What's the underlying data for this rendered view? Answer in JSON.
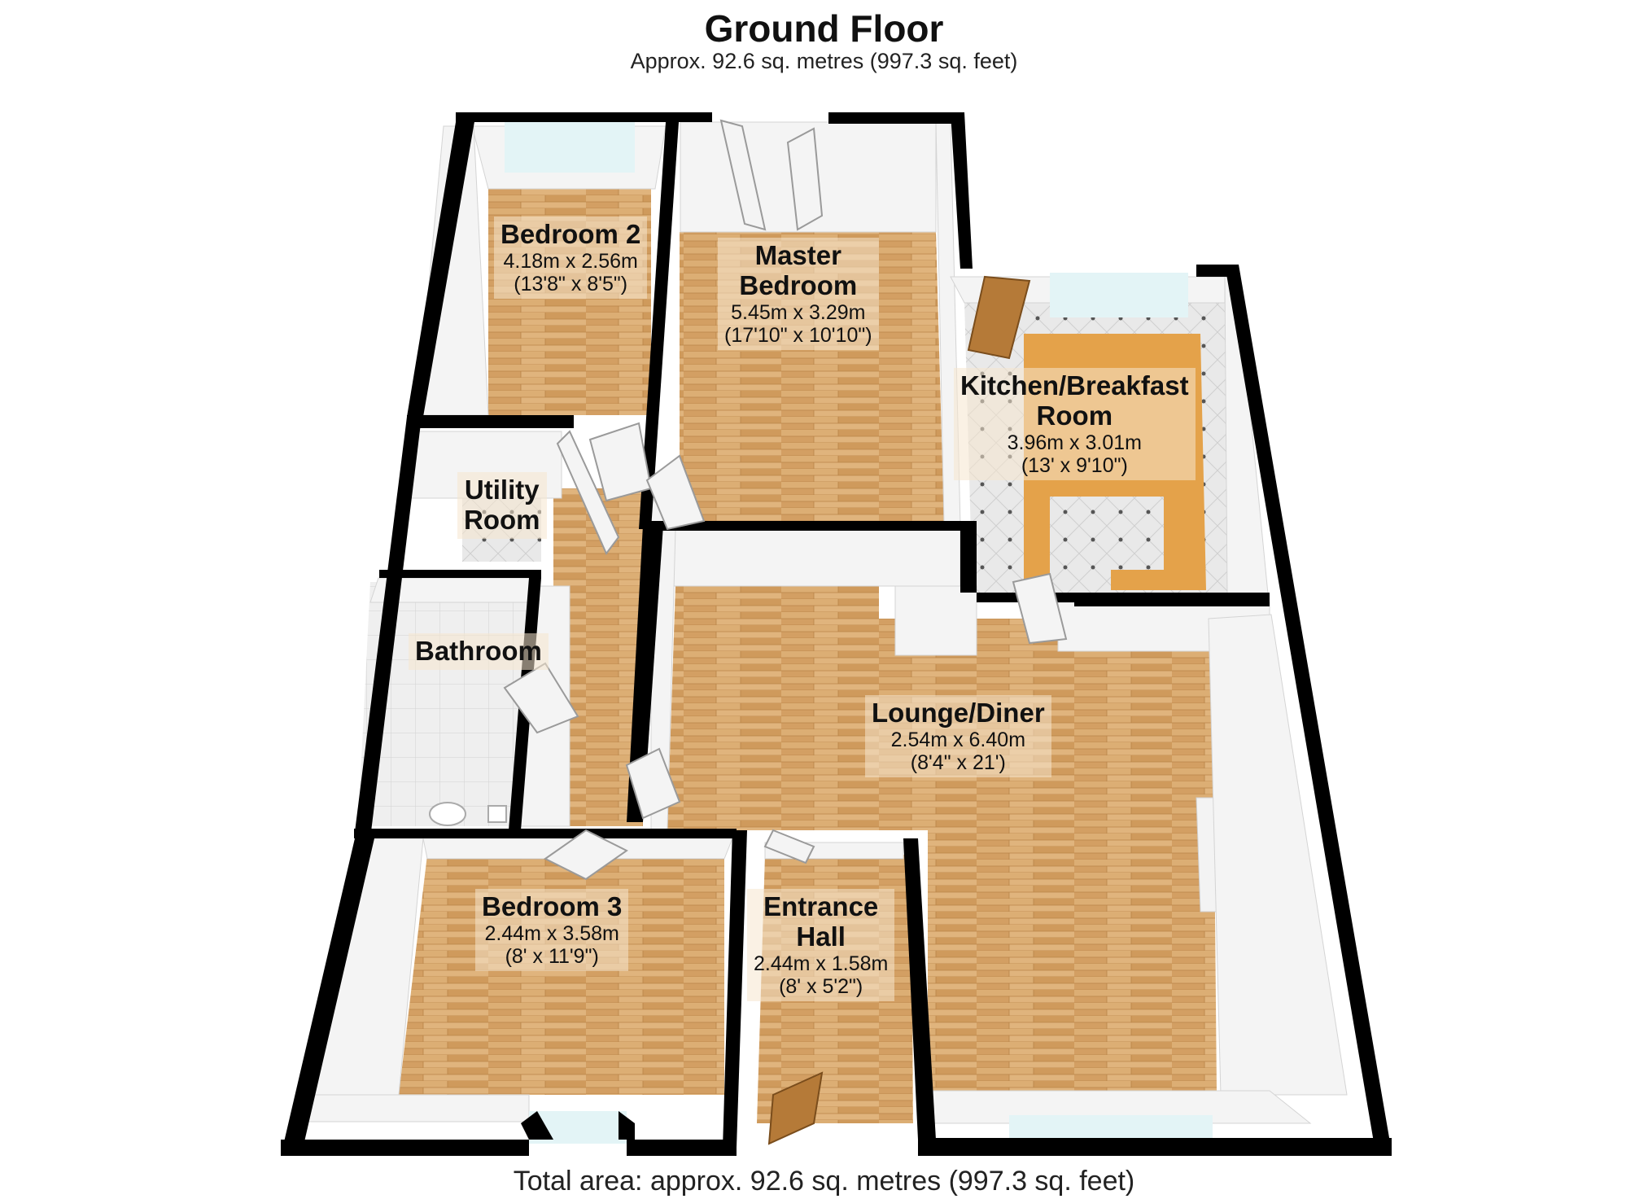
{
  "header": {
    "title": "Ground Floor",
    "subtitle": "Approx.  92.6 sq. metres (997.3 sq. feet)"
  },
  "footer": {
    "total": "Total area: approx.  92.6 sq. metres (997.3 sq. feet)"
  },
  "colors": {
    "wall": "#000000",
    "inner_wall": "#f2f2f2",
    "wood_floor": "#d9a76a",
    "tile_floor": "#e6e6e6",
    "worktop": "#e4a24a",
    "window": "#e3f4f6"
  },
  "rooms": {
    "bedroom2": {
      "name": "Bedroom 2",
      "metric": "4.18m x 2.56m",
      "imperial": "(13'8\" x 8'5\")"
    },
    "master": {
      "name1": "Master",
      "name2": "Bedroom",
      "metric": "5.45m x 3.29m",
      "imperial": "(17'10\" x 10'10\")"
    },
    "kitchen": {
      "name1": "Kitchen/Breakfast",
      "name2": "Room",
      "metric": "3.96m x 3.01m",
      "imperial": "(13' x 9'10\")"
    },
    "utility": {
      "name1": "Utility",
      "name2": "Room"
    },
    "bathroom": {
      "name": "Bathroom"
    },
    "lounge": {
      "name": "Lounge/Diner",
      "metric": "2.54m x 6.40m",
      "imperial": "(8'4\" x 21')"
    },
    "bedroom3": {
      "name": "Bedroom 3",
      "metric": "2.44m x 3.58m",
      "imperial": "(8' x 11'9\")"
    },
    "entrance": {
      "name1": "Entrance",
      "name2": "Hall",
      "metric": "2.44m x 1.58m",
      "imperial": "(8' x 5'2\")"
    }
  }
}
